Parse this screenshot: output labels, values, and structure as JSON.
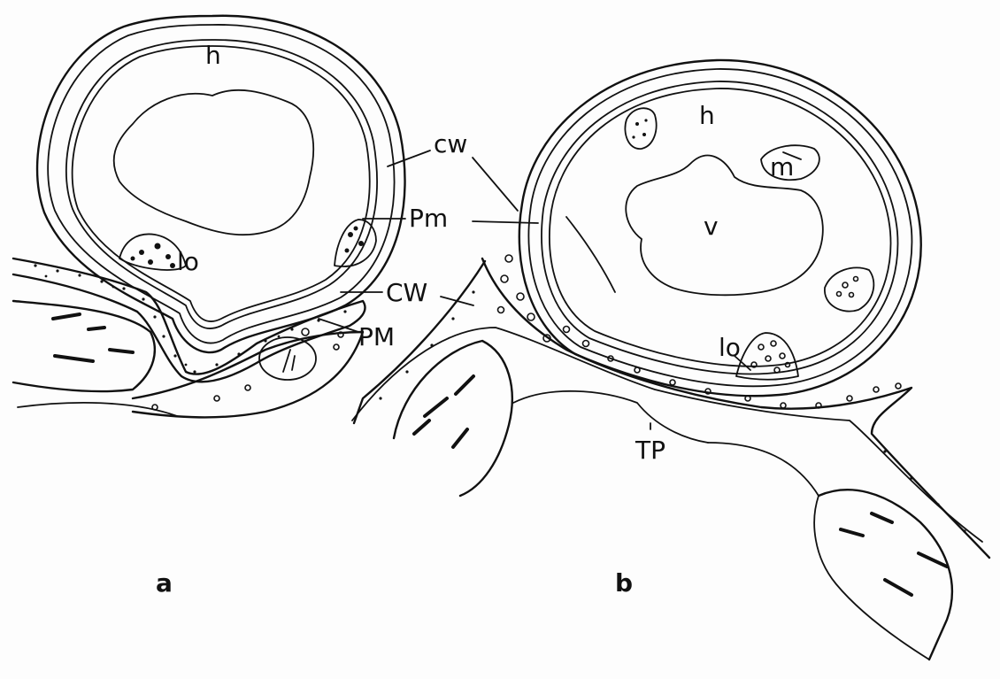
{
  "labels": {
    "a_h": "h",
    "a_cw": "cw",
    "a_pm": "Pm",
    "a_lo": "lo",
    "a_CW": "CW",
    "a_PM": "PM",
    "b_h": "h",
    "b_m": "m",
    "b_v": "v",
    "b_lo": "lo",
    "b_tp": "TP"
  },
  "panels": {
    "a": "a",
    "b": "b"
  }
}
